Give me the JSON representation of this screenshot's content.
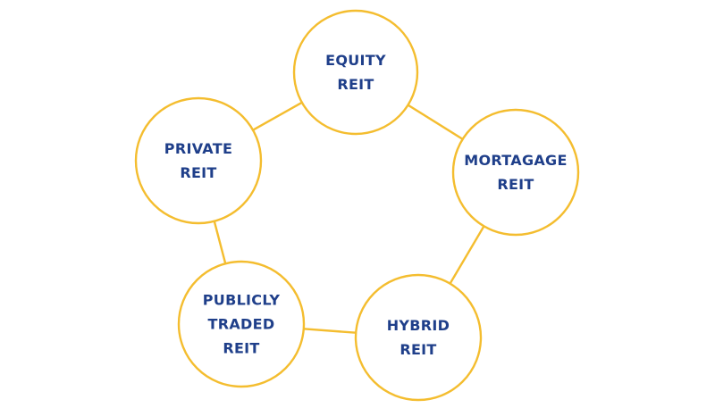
{
  "colors": {
    "ring": "#F4BD2F",
    "connector": "#F4BD2F",
    "text": "#1F3F8A",
    "background": "#FFFFFF"
  },
  "nodes": [
    {
      "id": "equity",
      "lines": [
        "EQUITY",
        "REIT"
      ]
    },
    {
      "id": "mortgage",
      "lines": [
        "MORTAGAGE",
        "REIT"
      ]
    },
    {
      "id": "hybrid",
      "lines": [
        "HYBRID",
        "REIT"
      ]
    },
    {
      "id": "publicly-traded",
      "lines": [
        "PUBLICLY",
        "TRADED",
        "REIT"
      ]
    },
    {
      "id": "private",
      "lines": [
        "PRIVATE",
        "REIT"
      ]
    }
  ],
  "connections": [
    [
      "equity",
      "mortgage"
    ],
    [
      "mortgage",
      "hybrid"
    ],
    [
      "hybrid",
      "publicly-traded"
    ],
    [
      "publicly-traded",
      "private"
    ],
    [
      "private",
      "equity"
    ]
  ]
}
